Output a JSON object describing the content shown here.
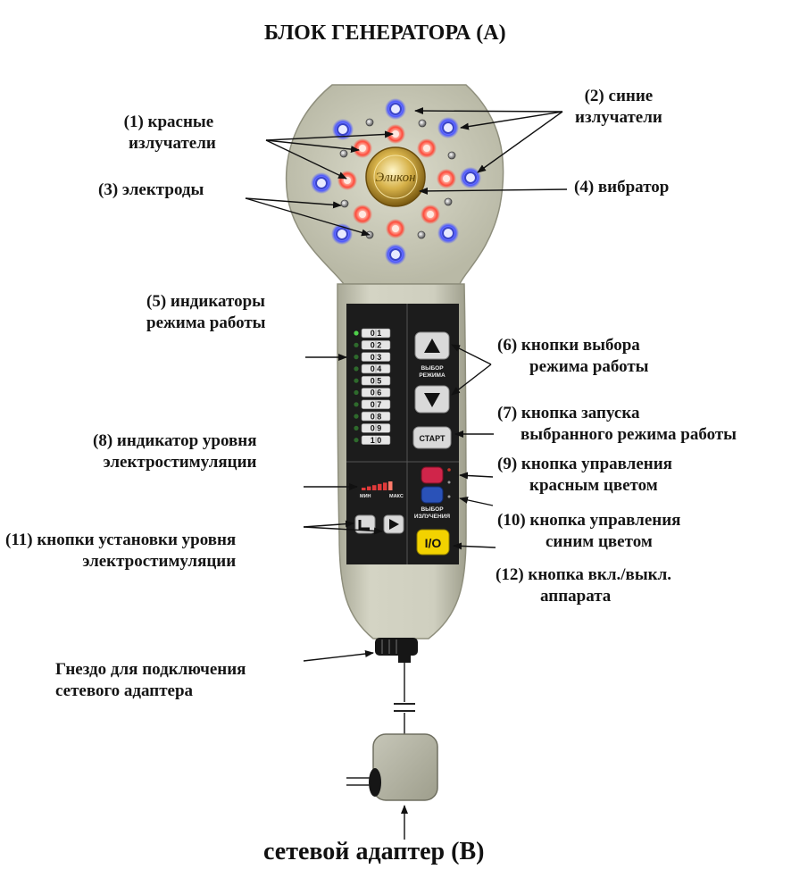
{
  "title": "БЛОК ГЕНЕРАТОРА (А)",
  "bottom_title": "сетевой адаптер (В)",
  "labels": {
    "red_emitters": [
      "(1) красные",
      "излучатели"
    ],
    "blue_emitters": [
      "(2) синие",
      "излучатели"
    ],
    "electrodes": "(3) электроды",
    "vibrator": "(4) вибратор",
    "mode_indicators": [
      "(5) индикаторы",
      "режима работы"
    ],
    "mode_buttons": [
      "(6) кнопки выбора",
      "режима работы"
    ],
    "start_button": [
      "(7) кнопка запуска",
      "выбранного режима работы"
    ],
    "stim_indicator": [
      "(8) индикатор уровня",
      "электростимуляции"
    ],
    "red_button": [
      "(9) кнопка управления",
      "красным цветом"
    ],
    "blue_button": [
      "(10) кнопка управления",
      "синим цветом"
    ],
    "stim_buttons": [
      "(11) кнопки установки уровня",
      "электростимуляции"
    ],
    "power_button": [
      "(12) кнопка вкл./выкл.",
      "аппарата"
    ],
    "socket": [
      "Гнездо для подключения",
      "сетевого адаптера"
    ]
  },
  "device": {
    "logo": "Эликон",
    "mode_label": [
      "ВЫБОР",
      "РЕЖИМА"
    ],
    "start_label": "СТАРТ",
    "emission_label": [
      "ВЫБОР",
      "ИЗЛУЧЕНИЯ"
    ],
    "min_label": "МИН",
    "max_label": "МАКС",
    "power_symbol": "I/O",
    "modes": [
      "0 1",
      "0 2",
      "0 3",
      "0 4",
      "0 5",
      "0 6",
      "0 7",
      "0 8",
      "0 9",
      "1 0"
    ]
  },
  "colors": {
    "body": "#c9c9b8",
    "panel": "#1c1c1c",
    "red_led": "#ff4a3a",
    "blue_led": "#4a55ff",
    "red_button": "#d0254a",
    "blue_button": "#2a52b8",
    "power_button": "#f2d200",
    "green_led": "#4fd14a"
  }
}
